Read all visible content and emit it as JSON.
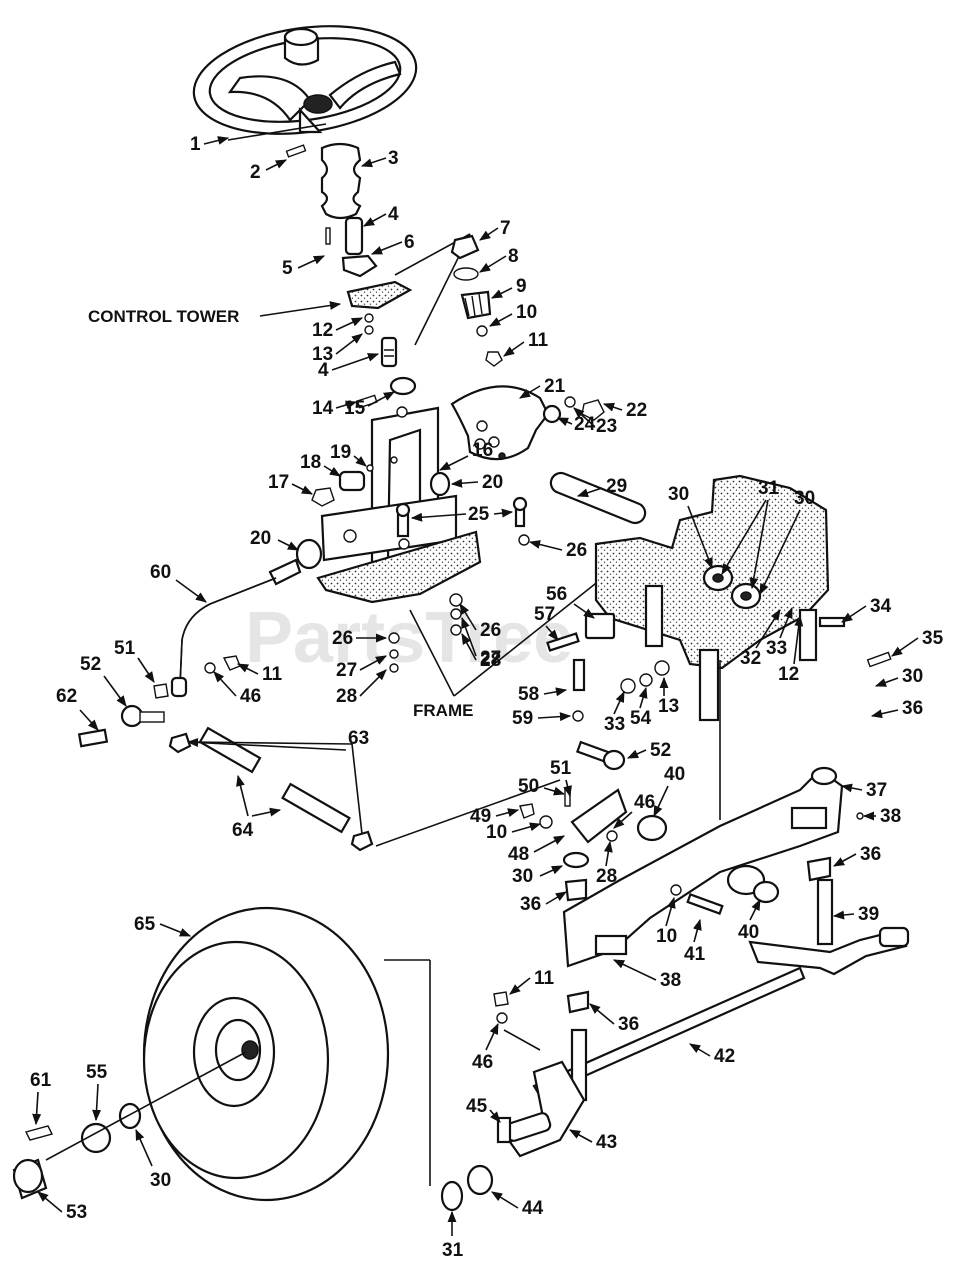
{
  "watermark": "PartsTree",
  "labels": {
    "control_tower": "CONTROL TOWER",
    "frame": "FRAME"
  },
  "callouts": [
    "1",
    "2",
    "3",
    "4",
    "5",
    "6",
    "7",
    "8",
    "9",
    "10",
    "11",
    "12",
    "13",
    "4",
    "14",
    "15",
    "16",
    "17",
    "18",
    "19",
    "20",
    "21",
    "22",
    "23",
    "24",
    "25",
    "26",
    "20",
    "29",
    "30",
    "31",
    "30",
    "60",
    "26",
    "27",
    "28",
    "56",
    "57",
    "34",
    "35",
    "30",
    "36",
    "51",
    "52",
    "11",
    "46",
    "26",
    "27",
    "28",
    "58",
    "33",
    "54",
    "13",
    "32",
    "33",
    "12",
    "62",
    "63",
    "59",
    "52",
    "40",
    "51",
    "50",
    "49",
    "10",
    "46",
    "48",
    "28",
    "37",
    "38",
    "36",
    "64",
    "30",
    "36",
    "10",
    "41",
    "40",
    "39",
    "38",
    "65",
    "11",
    "36",
    "42",
    "46",
    "55",
    "61",
    "45",
    "43",
    "30",
    "53",
    "44",
    "31"
  ]
}
